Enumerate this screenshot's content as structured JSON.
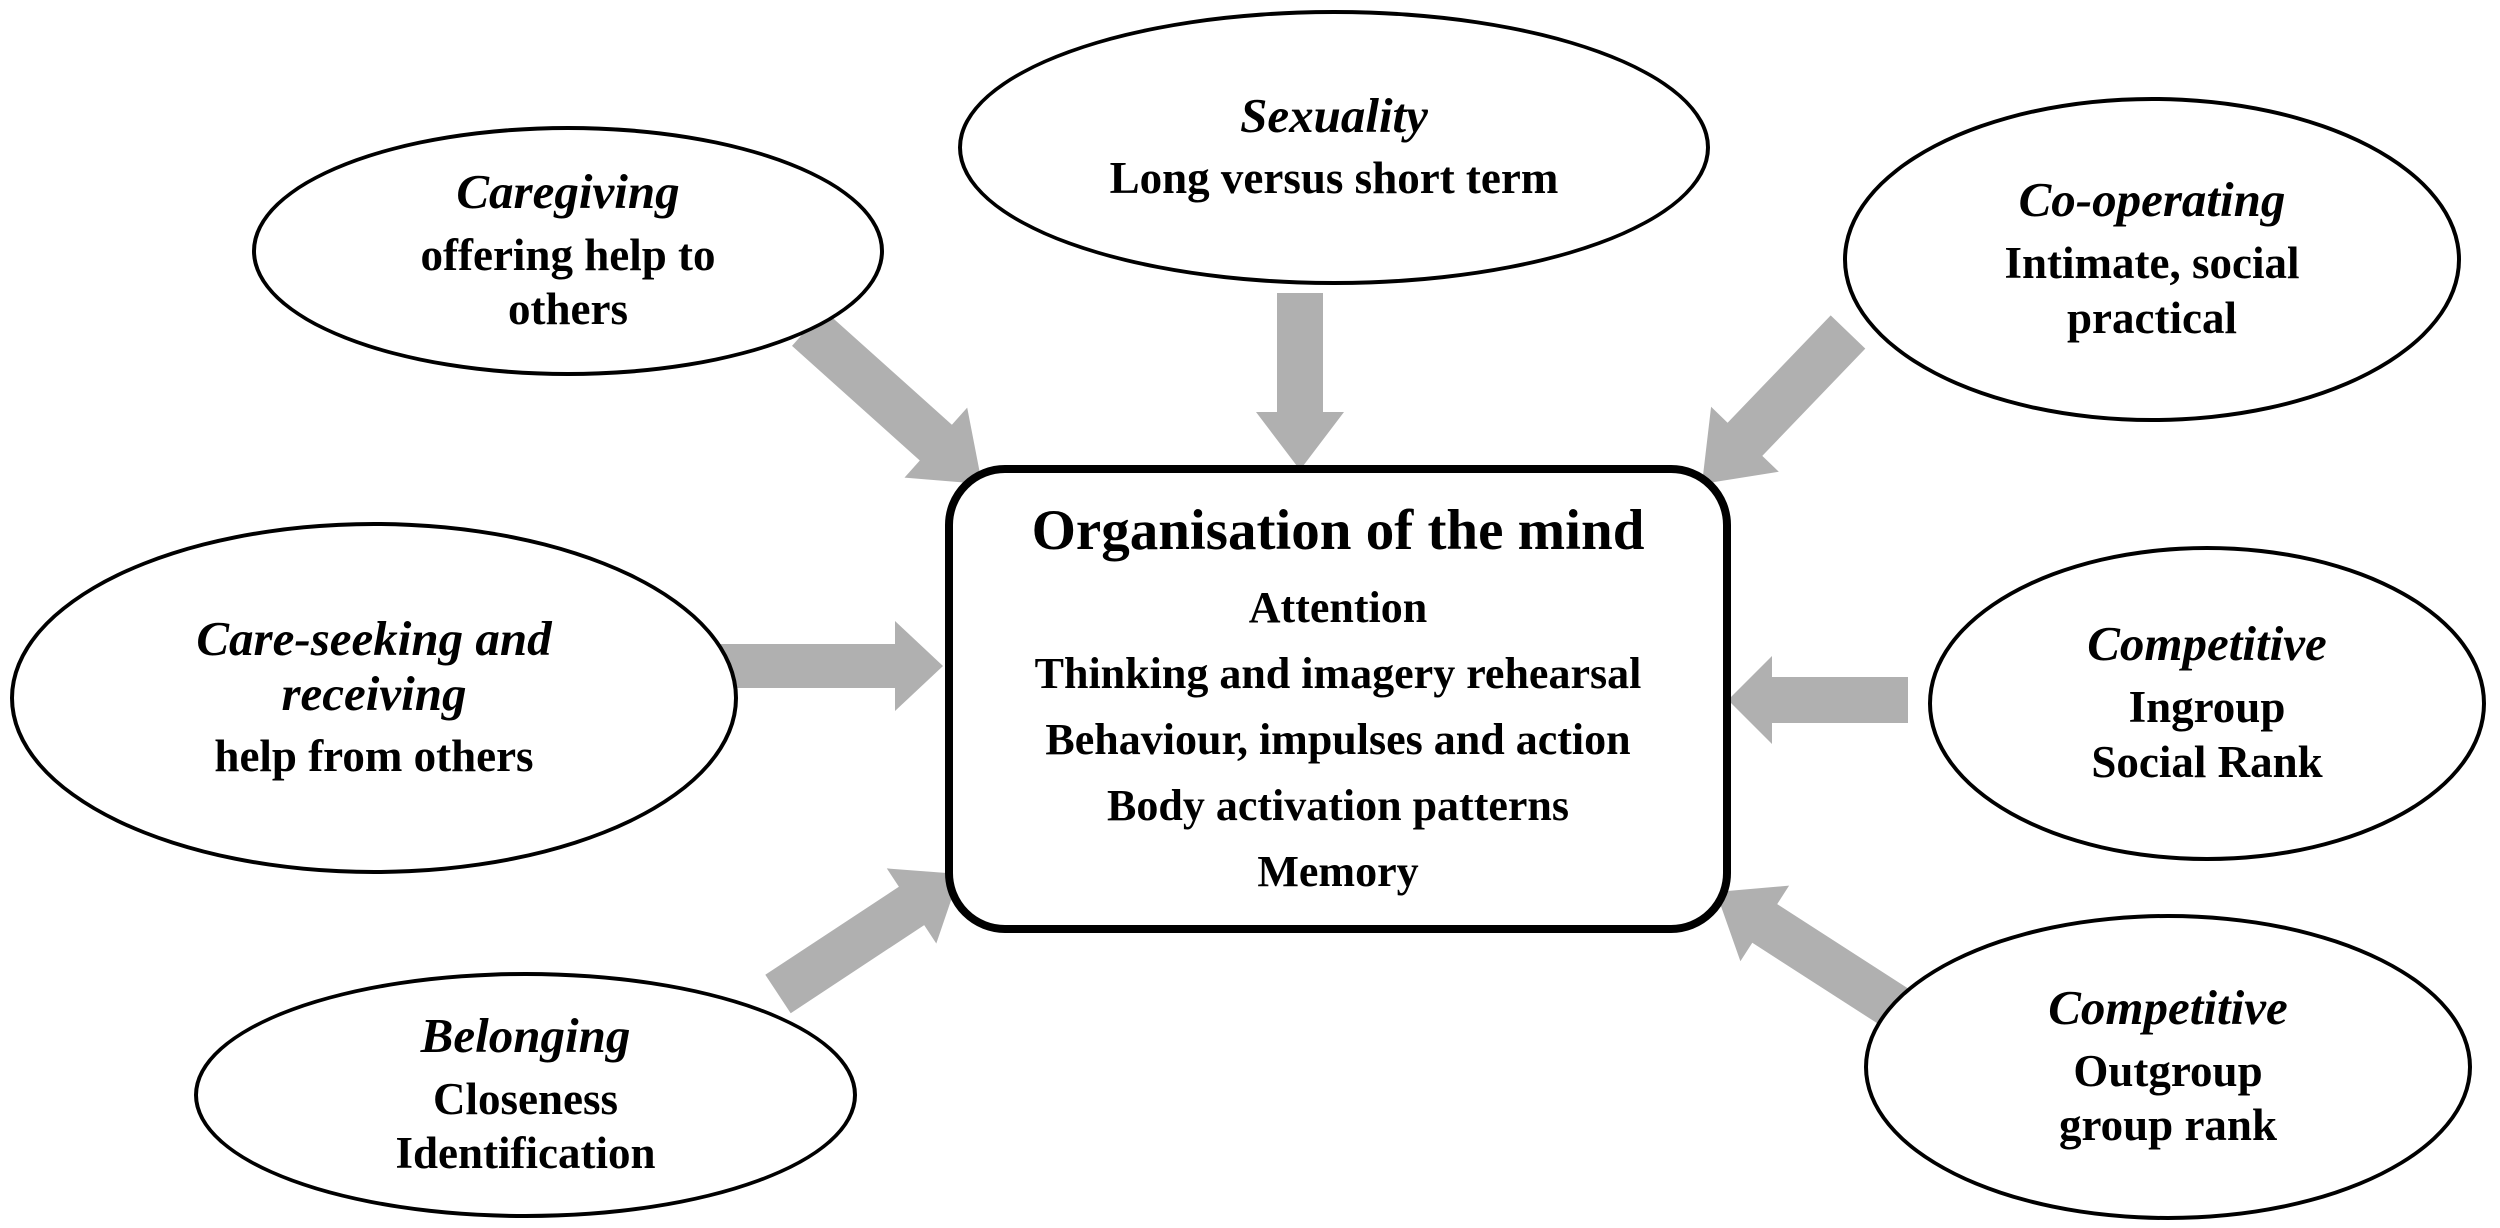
{
  "center_box": {
    "title": "Organisation of the mind",
    "items": [
      "Attention",
      "Thinking and imagery rehearsal",
      "Behaviour, impulses and action",
      "Body activation patterns",
      "Memory"
    ]
  },
  "nodes": {
    "caregiving": {
      "title": "Caregiving",
      "lines": [
        "offering help to",
        "others"
      ]
    },
    "sexuality": {
      "title": "Sexuality",
      "lines": [
        "Long versus short term"
      ]
    },
    "cooperating": {
      "title": "Co-operating",
      "lines": [
        "Intimate, social",
        "practical"
      ]
    },
    "careseeking": {
      "title": "Care-seeking and receiving",
      "lines": [
        "help from others"
      ]
    },
    "competitive_ingroup": {
      "title": "Competitive",
      "lines": [
        "Ingroup",
        "Social Rank"
      ]
    },
    "belonging": {
      "title": "Belonging",
      "lines": [
        "Closeness",
        "Identification"
      ]
    },
    "competitive_outgroup": {
      "title": "Competitive",
      "lines": [
        "Outgroup",
        "group rank"
      ]
    }
  },
  "colors": {
    "arrow": "#b0b0b0",
    "stroke": "#000000",
    "background": "#ffffff",
    "text": "#000000"
  }
}
